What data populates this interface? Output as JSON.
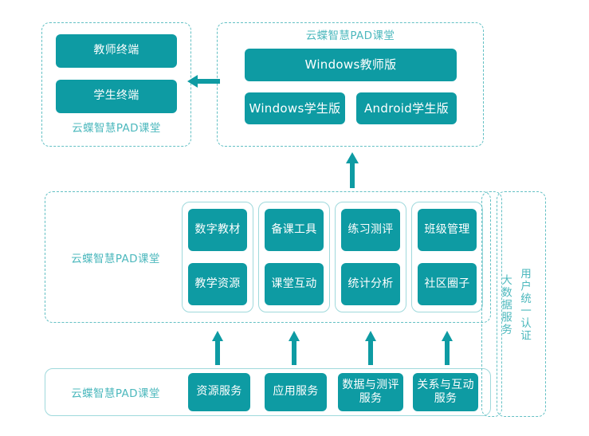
{
  "diagram": {
    "accent_color": "#0e9ba3",
    "label_color": "#4cb8bd",
    "dashed_border_color": "#63c0c4",
    "solid_border_color": "#9fd9dc"
  },
  "terminal_panel": {
    "caption": "云蝶智慧PAD课堂",
    "tiles": [
      {
        "label": "教师终端"
      },
      {
        "label": "学生终端"
      }
    ]
  },
  "client_panel": {
    "caption": "云蝶智慧PAD课堂",
    "primary_tile": {
      "label": "Windows教师版"
    },
    "secondary_tiles": [
      {
        "label": "Windows学生版"
      },
      {
        "label": "Android学生版"
      }
    ]
  },
  "application_panel": {
    "caption": "云蝶智慧PAD课堂",
    "groups": [
      {
        "tiles": [
          {
            "label": "数字教材"
          },
          {
            "label": "教学资源"
          }
        ]
      },
      {
        "tiles": [
          {
            "label": "备课工具"
          },
          {
            "label": "课堂互动"
          }
        ]
      },
      {
        "tiles": [
          {
            "label": "练习测评"
          },
          {
            "label": "统计分析"
          }
        ]
      },
      {
        "tiles": [
          {
            "label": "班级管理"
          },
          {
            "label": "社区圈子"
          }
        ]
      }
    ]
  },
  "service_panel": {
    "caption": "云蝶智慧PAD课堂",
    "tiles": [
      {
        "label": "资源服务"
      },
      {
        "label": "应用服务"
      },
      {
        "label": "数据与测评服务"
      },
      {
        "label": "关系与互动服务"
      }
    ]
  },
  "side_panels": {
    "bigdata_label": "大数据服务",
    "auth_label": "用户统一认证"
  },
  "connectors": {
    "client_to_terminal": "left-arrow",
    "application_to_client": "up-arrow",
    "service_to_application": "up-arrow"
  }
}
